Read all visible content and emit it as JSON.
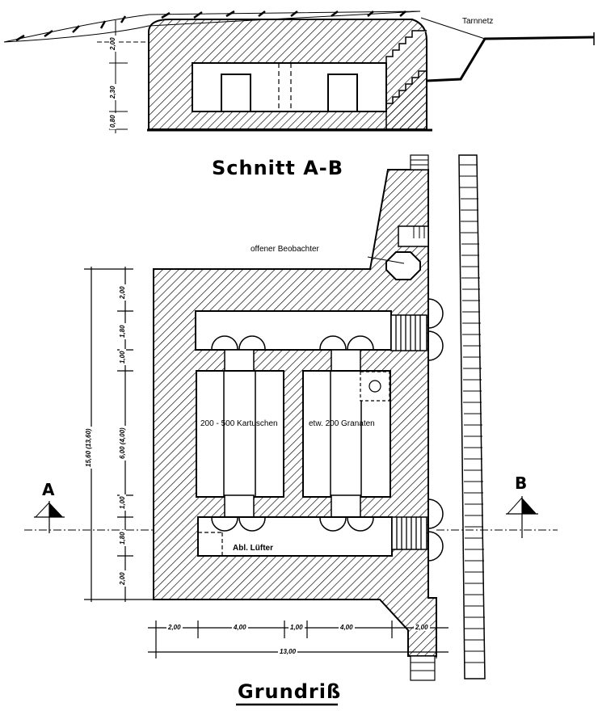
{
  "section": {
    "title": "Schnitt A-B",
    "label_tarnnetz": "Tarnnetz",
    "dims": [
      "2,00",
      "2,30",
      "0,80"
    ]
  },
  "plan": {
    "title": "Grundriß",
    "label_observer": "offener Beobachter",
    "label_room_left": "200 - 500 Kartuschen",
    "label_room_right": "etw. 200 Granaten",
    "label_fan": "Abl. Lüfter",
    "section_marker_a": "A",
    "section_marker_b": "B",
    "dims_horizontal": [
      "2,00",
      "4,00",
      "1,00",
      "4,00",
      "2,00"
    ],
    "dim_total_width": "13,00",
    "dims_vertical": [
      "2,00",
      "1,80",
      "1,00",
      "6,00 (4,00)",
      "1,00",
      "1,80",
      "2,00"
    ],
    "dim_total_height": "15,60 (13,60)"
  },
  "colors": {
    "ink": "#000000",
    "paper": "#ffffff"
  }
}
